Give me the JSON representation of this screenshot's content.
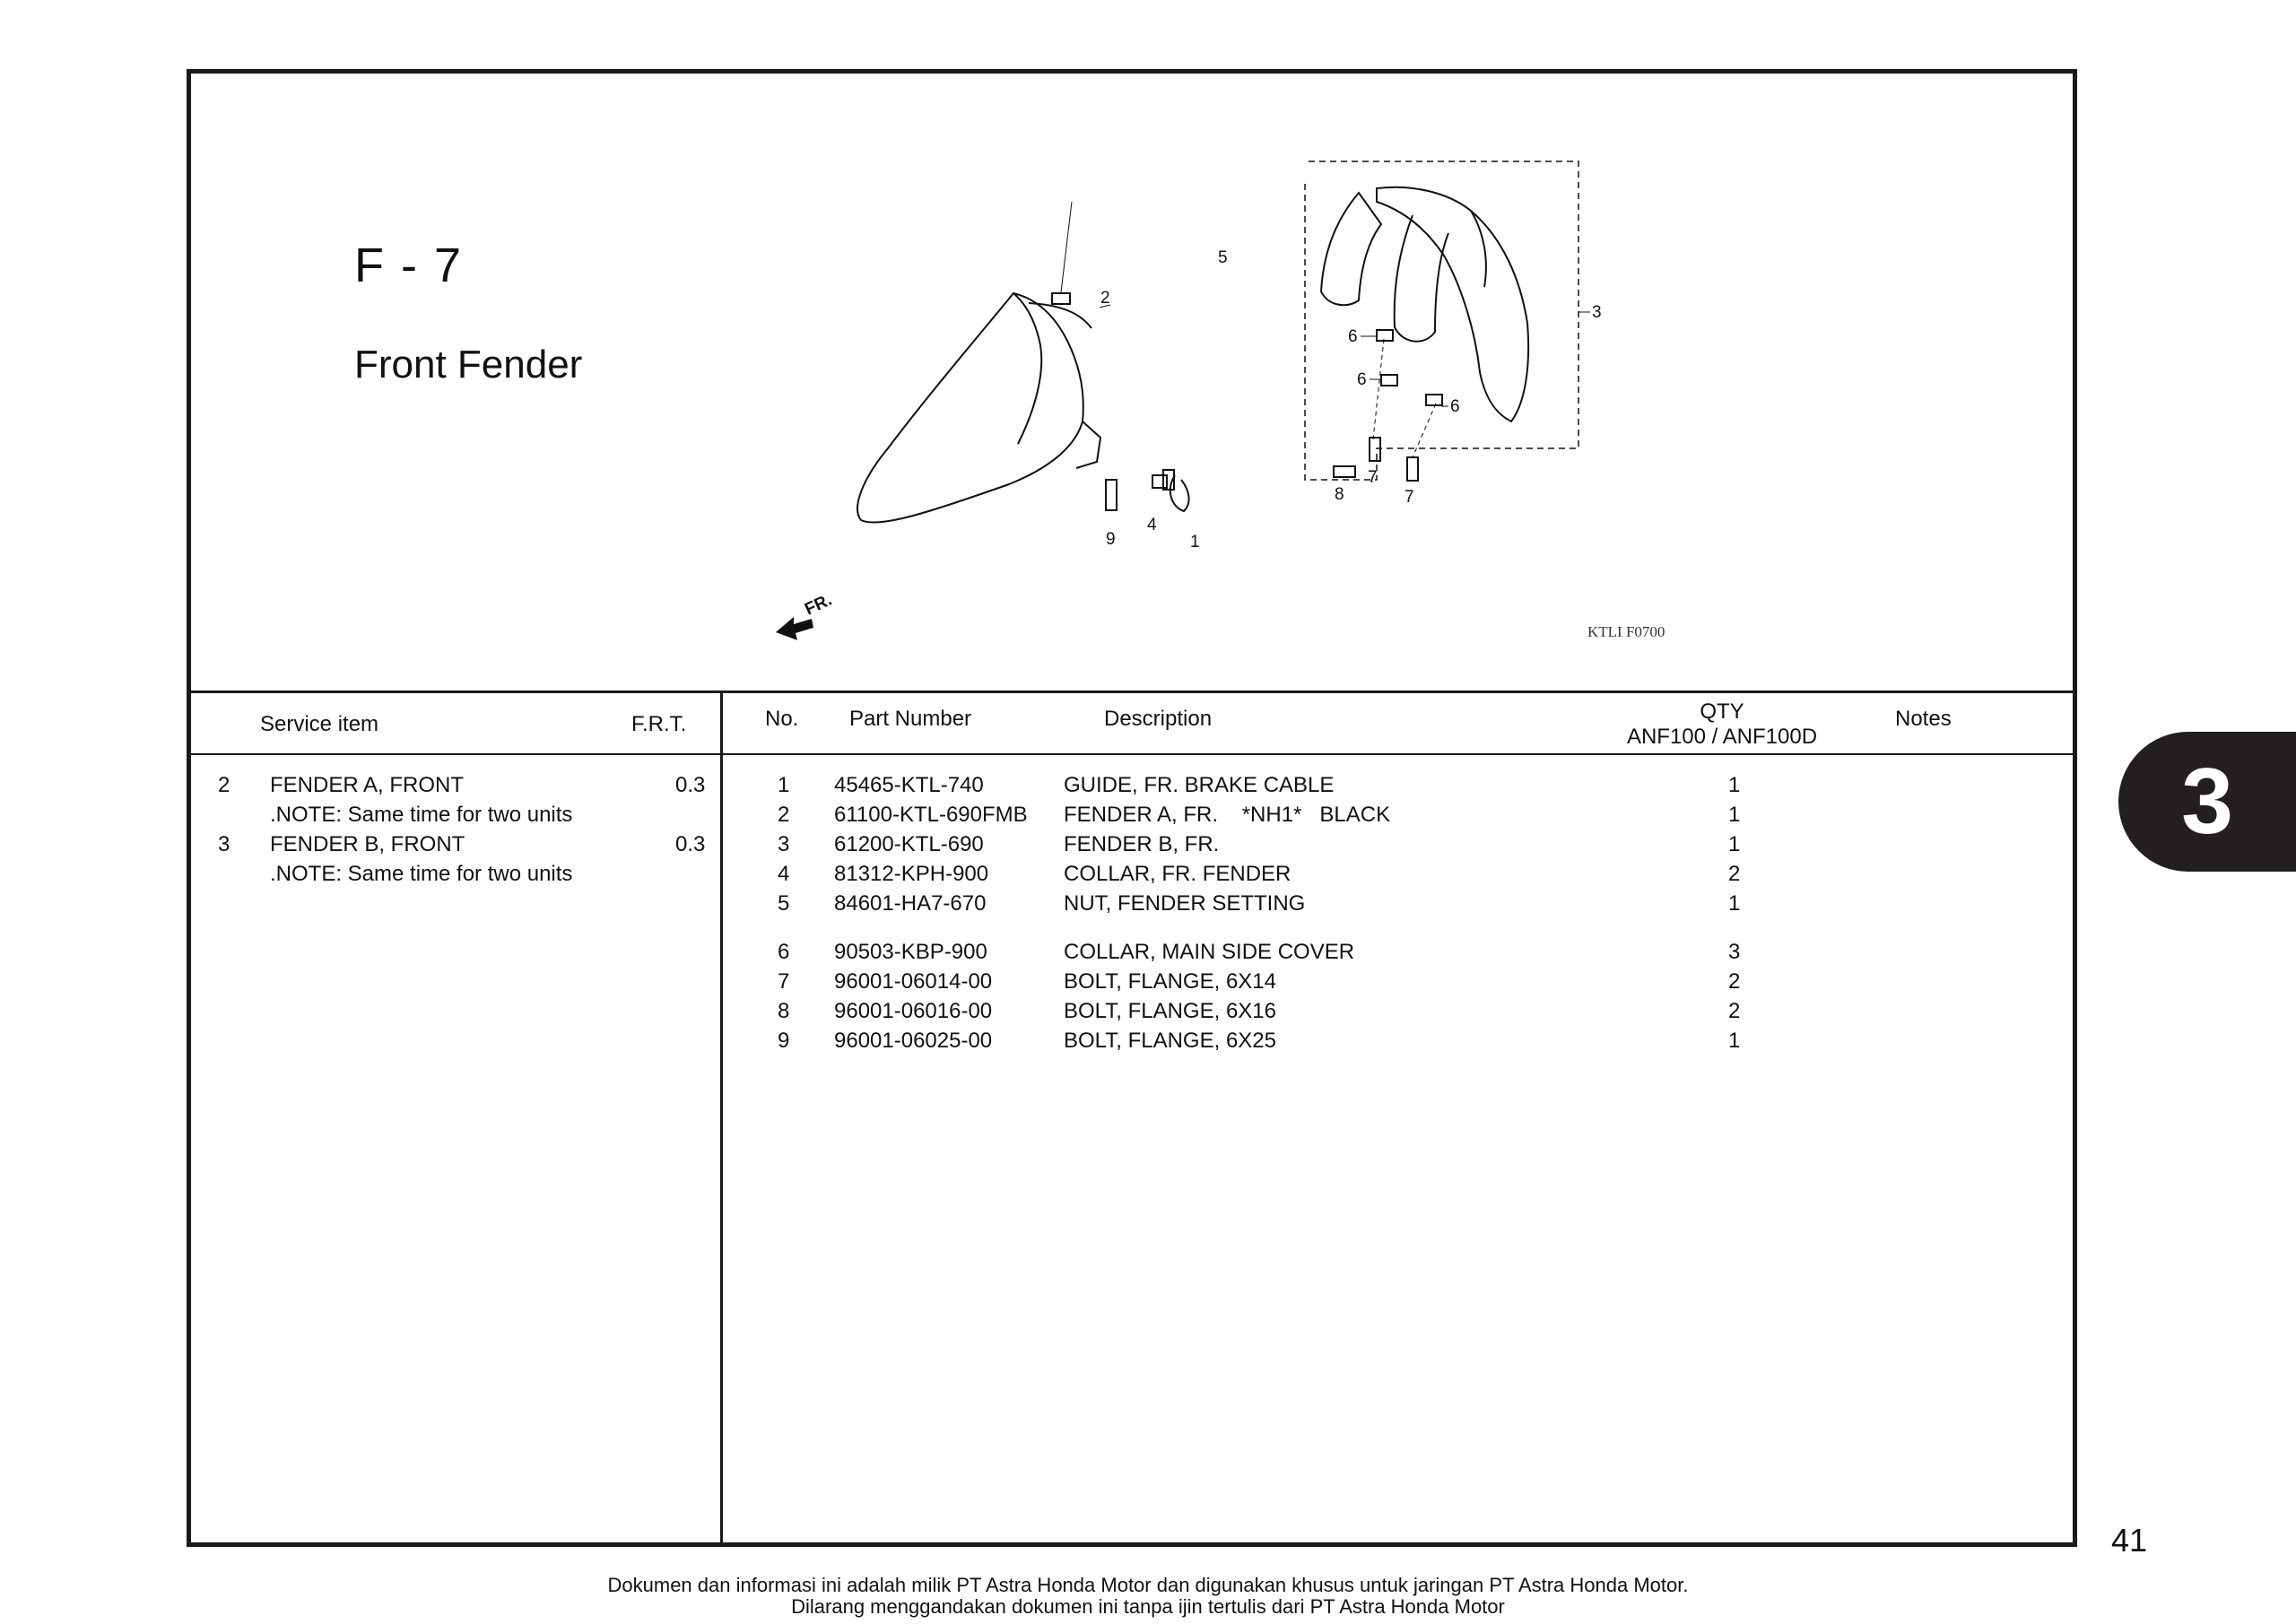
{
  "page": {
    "code": "F - 7",
    "title": "Front Fender",
    "chapter_tab": "3",
    "page_number": "41"
  },
  "diagram": {
    "ref_code": "KTLI  F0700",
    "fr_marker": "FR.",
    "callouts": [
      "1",
      "2",
      "3",
      "4",
      "5",
      "6",
      "6",
      "6",
      "7",
      "7",
      "8",
      "9"
    ]
  },
  "service_table": {
    "headers": {
      "item": "Service item",
      "frt": "F.R.T."
    },
    "rows": [
      {
        "no": "2",
        "item": "FENDER A, FRONT",
        "frt": "0.3"
      },
      {
        "no": "",
        "item": ".NOTE: Same time for two units",
        "frt": ""
      },
      {
        "no": "3",
        "item": "FENDER B, FRONT",
        "frt": "0.3"
      },
      {
        "no": "",
        "item": ".NOTE: Same time for two units",
        "frt": ""
      }
    ]
  },
  "parts_table": {
    "headers": {
      "no": "No.",
      "part_number": "Part Number",
      "description": "Description",
      "qty": "QTY",
      "qty_models": "ANF100 / ANF100D",
      "notes": "Notes"
    },
    "rows": [
      {
        "no": "1",
        "part_number": "45465-KTL-740",
        "description": "GUIDE, FR. BRAKE CABLE",
        "qty": "1"
      },
      {
        "no": "2",
        "part_number": "61100-KTL-690FMB",
        "description": "FENDER A, FR.    *NH1*   BLACK",
        "qty": "1"
      },
      {
        "no": "3",
        "part_number": "61200-KTL-690",
        "description": "FENDER B, FR.",
        "qty": "1"
      },
      {
        "no": "4",
        "part_number": "81312-KPH-900",
        "description": "COLLAR, FR. FENDER",
        "qty": "2"
      },
      {
        "no": "5",
        "part_number": "84601-HA7-670",
        "description": "NUT, FENDER SETTING",
        "qty": "1"
      },
      {
        "no": "6",
        "part_number": "90503-KBP-900",
        "description": "COLLAR, MAIN SIDE COVER",
        "qty": "3"
      },
      {
        "no": "7",
        "part_number": "96001-06014-00",
        "description": "BOLT, FLANGE, 6X14",
        "qty": "2"
      },
      {
        "no": "8",
        "part_number": "96001-06016-00",
        "description": "BOLT, FLANGE, 6X16",
        "qty": "2"
      },
      {
        "no": "9",
        "part_number": "96001-06025-00",
        "description": "BOLT, FLANGE, 6X25",
        "qty": "1"
      }
    ]
  },
  "footer": {
    "line1": "Dokumen dan informasi ini adalah milik PT Astra Honda Motor dan digunakan khusus untuk jaringan PT Astra Honda Motor.",
    "line2": "Dilarang menggandakan dokumen ini tanpa ijin tertulis dari PT Astra Honda Motor"
  }
}
